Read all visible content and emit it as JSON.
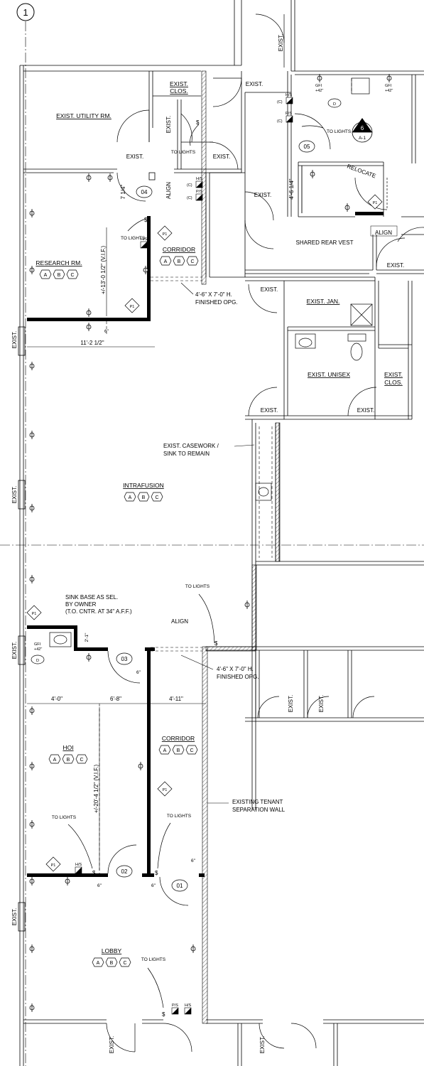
{
  "sheet": {
    "grid_bubble": "1"
  },
  "rooms": {
    "utility": "EXIST. UTILITY RM.",
    "clos_top": "EXIST.",
    "clos_top2": "CLOS.",
    "research": "RESEARCH RM.",
    "corridor_top": "CORRIDOR",
    "shared_rear": "SHARED REAR VEST",
    "jan": "EXIST. JAN.",
    "unisex": "EXIST. UNISEX",
    "clos_right": "EXIST.",
    "clos_right2": "CLOS.",
    "intrafusion": "INTRAFUSION",
    "hoi": "HOI",
    "corridor_bottom": "CORRIDOR",
    "lobby": "LOBBY"
  },
  "door_tags": {
    "d04": "04",
    "d05": "05",
    "d03": "03",
    "d02": "02",
    "d01": "01"
  },
  "finish_tags": [
    "A",
    "B",
    "C"
  ],
  "device_labels": {
    "gfi": "GFI",
    "plus42": "+42\"",
    "hs": "H/S",
    "ps": "P/S",
    "c": "(C)",
    "d": "D",
    "p1": "P1",
    "sw": "$"
  },
  "notes": {
    "to_lights": "TO LIGHTS",
    "relocate": "RELOCATE",
    "align": "ALIGN",
    "opg_line1": "4'-6\" X 7'-0\" H.",
    "opg_line2": "FINISHED OPG.",
    "casework_line1": "EXIST. CASEWORK /",
    "casework_line2": "SINK TO REMAIN",
    "sink_line1": "SINK BASE AS SEL.",
    "sink_line2": "BY OWNER",
    "sink_line3": "(T.O. CNTR. AT 34\" A.F.F.)",
    "tenant_line1": "EXISTING TENANT",
    "tenant_line2": "SEPARATION WALL",
    "exist": "EXIST."
  },
  "dimensions": {
    "research_width": "11'-2 1/2\"",
    "research_height": "+/-13'-0 1/2\" (V.I.F.)",
    "d04_offset": "7 1/4\"",
    "d05_offset": "4'-6 1/4\"",
    "six_inch": "6\"",
    "two_one": "2'-1\"",
    "four_zero": "4'-0\"",
    "six_eight": "6'-8\"",
    "four_eleven": "4'-11\"",
    "hoi_height": "+/-20'-4 1/2\" (V.I.F.)"
  },
  "detail_marker": {
    "number": "6",
    "sheet": "A-1"
  }
}
